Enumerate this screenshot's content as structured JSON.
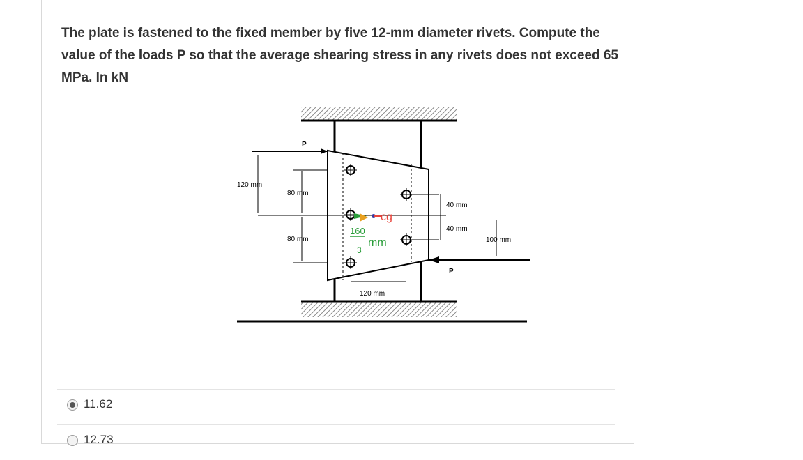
{
  "question": {
    "text": "The plate is fastened to the fixed member by five 12-mm diameter rivets. Compute the value of the loads P so that the average shearing stress in any rivets does not exceed 65 MPa. In kN"
  },
  "figure": {
    "labels": {
      "p_top": "P",
      "p_bottom": "P",
      "dim_120_left": "120 mm",
      "dim_80_upper": "80 mm",
      "dim_80_lower": "80 mm",
      "dim_40_upper": "40 mm",
      "dim_40_lower": "40 mm",
      "dim_100": "100 mm",
      "dim_120_bottom": "120 mm",
      "cg": "cg",
      "fraction_num": "160",
      "fraction_unit": "mm",
      "fraction_den": "3"
    },
    "colors": {
      "cg": "#e8443b",
      "fraction": "#2a9d3a",
      "cg_dot": "#3a3aa0"
    }
  },
  "answers": [
    {
      "label": "11.62",
      "selected": true
    },
    {
      "label": "12.73",
      "selected": false
    }
  ]
}
